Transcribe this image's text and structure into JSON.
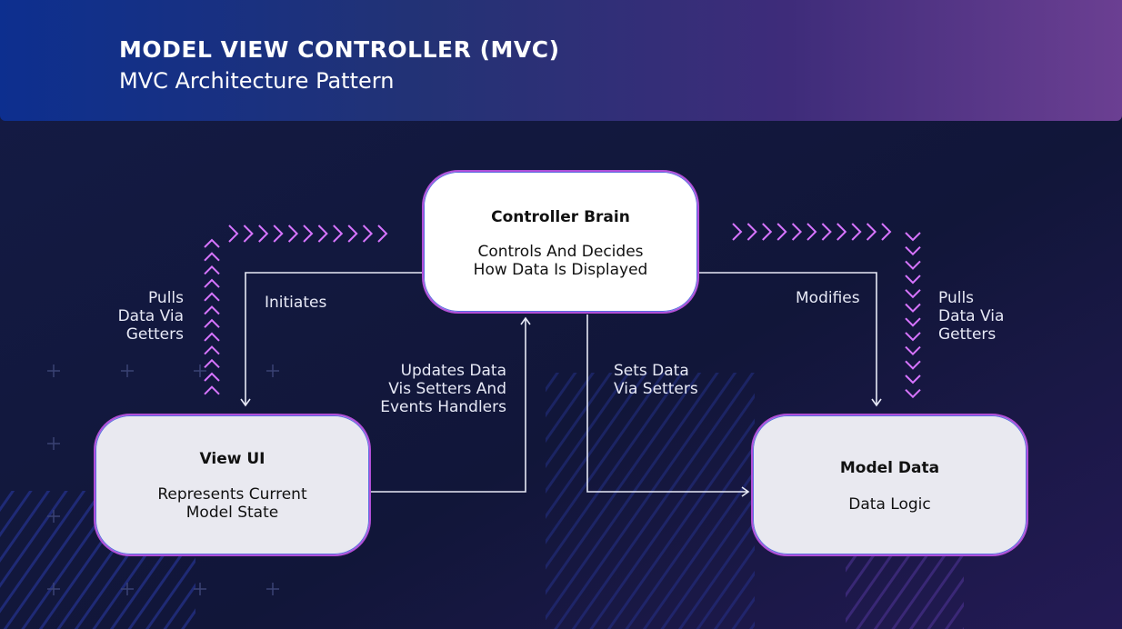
{
  "header": {
    "title": "MODEL VIEW CONTROLLER (MVC)",
    "subtitle": "MVC Architecture Pattern"
  },
  "nodes": {
    "controller": {
      "title": "Controller Brain",
      "description": "Controls And Decides\nHow Data Is Displayed"
    },
    "view": {
      "title": "View UI",
      "description": "Represents Current\nModel State"
    },
    "model": {
      "title": "Model Data",
      "description": "Data Logic"
    }
  },
  "edges": {
    "initiates": "Initiates",
    "modifies": "Modifies",
    "updates": "Updates Data\nVis Setters And\nEvents Handlers",
    "sets": "Sets Data\nVia Setters",
    "pulls_left": "Pulls\nData Via\nGetters",
    "pulls_right": "Pulls\nData Via\nGetters"
  },
  "colors": {
    "background": "#141a42",
    "accent": "#d774ff",
    "line": "#e7e9f6"
  }
}
